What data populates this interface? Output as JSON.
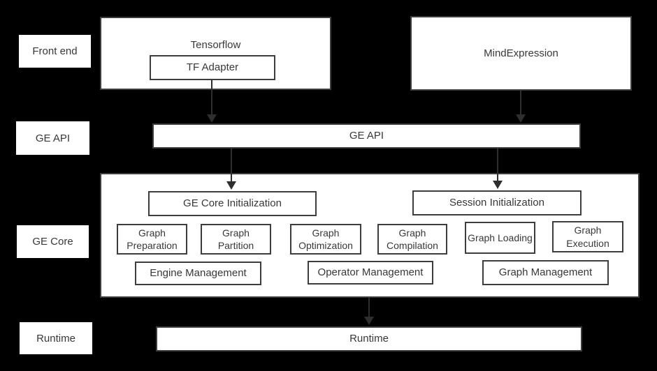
{
  "colors": {
    "background": "#000000",
    "box_fill": "#ffffff",
    "box_border": "#3d3d3d",
    "text": "#383838",
    "arrow": "#2e2e2e"
  },
  "side_labels": {
    "front_end": "Front end",
    "ge_api": "GE API",
    "ge_core": "GE Core",
    "runtime": "Runtime"
  },
  "frontend": {
    "tensorflow": "Tensorflow",
    "tf_adapter": "TF Adapter",
    "mind_expression": "MindExpression"
  },
  "api": {
    "ge_api": "GE API"
  },
  "core": {
    "ge_core_initialization": "GE Core Initialization",
    "session_initialization": "Session Initialization",
    "stages": [
      {
        "label": "Graph Preparation"
      },
      {
        "label": "Graph Partition"
      },
      {
        "label": "Graph Optimization"
      },
      {
        "label": "Graph Compilation"
      },
      {
        "label": "Graph Loading"
      },
      {
        "label": "Graph Execution"
      }
    ],
    "management": [
      {
        "label": "Engine Management"
      },
      {
        "label": "Operator Management"
      },
      {
        "label": "Graph Management"
      }
    ]
  },
  "runtime": {
    "runtime": "Runtime"
  }
}
